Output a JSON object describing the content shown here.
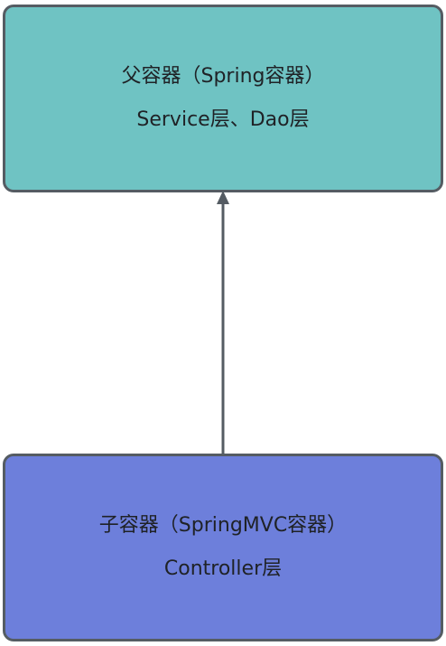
{
  "parent": {
    "title": "父容器（Spring容器）",
    "subtitle": "Service层、Dao层",
    "color": "#6fc3c3"
  },
  "child": {
    "title": "子容器（SpringMVC容器）",
    "subtitle": "Controller层",
    "color": "#6d7fdb"
  },
  "edge_color": "#555c63"
}
